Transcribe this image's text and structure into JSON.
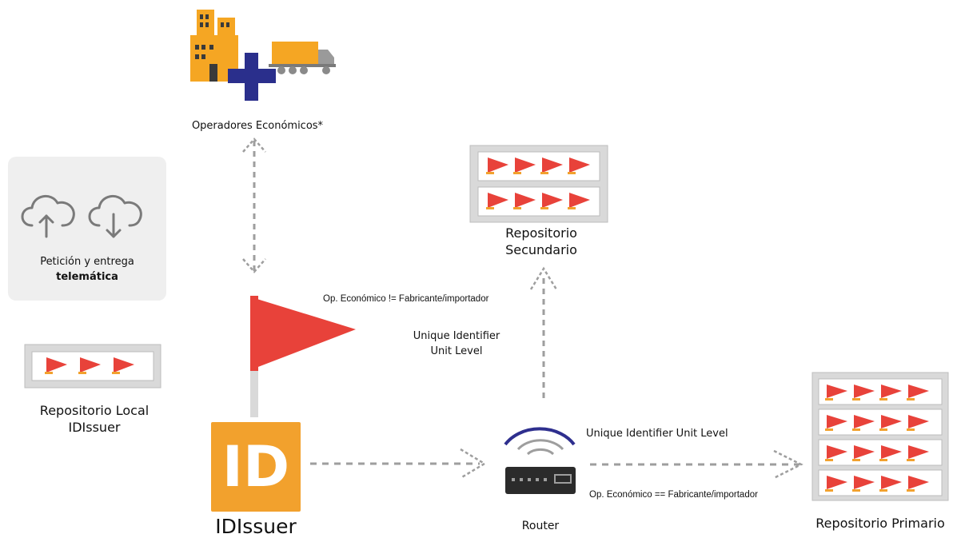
{
  "operators": {
    "label": "Operadores Económicos*"
  },
  "panel": {
    "line1": "Petición y entrega",
    "line2": "telemática",
    "icons": [
      "cloud-upload-icon",
      "cloud-download-icon"
    ]
  },
  "repo_local": {
    "line1": "Repositorio Local",
    "line2": "IDIssuer"
  },
  "repo_secundario": {
    "line1": "Repositorio",
    "line2": "Secundario"
  },
  "repo_primario": {
    "label": "Repositorio Primario"
  },
  "idissuer": {
    "logo_text": "ID",
    "label": "IDIssuer"
  },
  "router": {
    "label": "Router"
  },
  "edges": {
    "op_not_fabricante": "Op. Económico != Fabricante/importador",
    "uid_line1": "Unique Identifier",
    "uid_line2": "Unit Level",
    "uid_unit_level": "Unique Identifier Unit Level",
    "op_eq_fabricante": "Op. Económico == Fabricante/importador"
  },
  "colors": {
    "flag_red": "#e8423a",
    "id_orange": "#f2a12d",
    "arrow_gray": "#9e9e9e",
    "wifi_blue": "#2e2f8e",
    "factory_orange": "#f5a623",
    "plus_blue": "#2a2f8c"
  }
}
